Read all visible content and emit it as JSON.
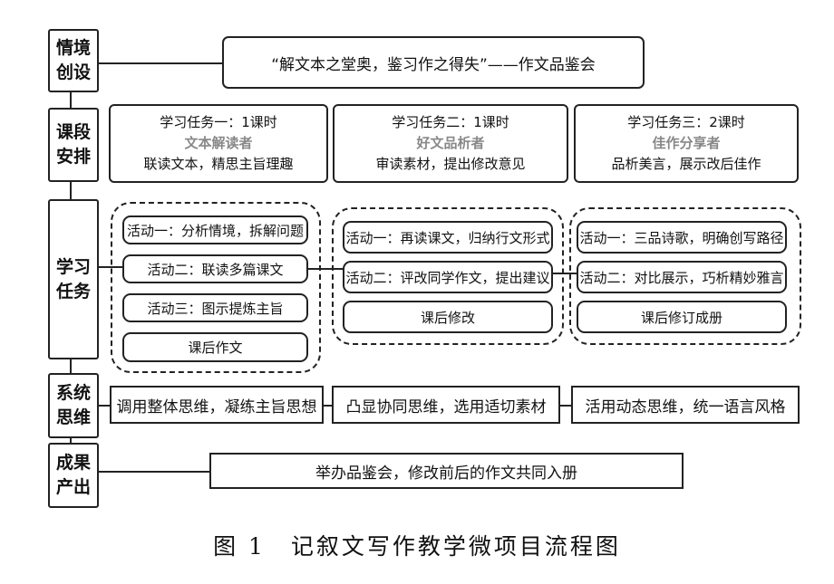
{
  "labels": {
    "scenario": [
      "情境",
      "创设"
    ],
    "schedule": [
      "课段",
      "安排"
    ],
    "tasks": [
      "学习",
      "任务"
    ],
    "thinking": [
      "系统",
      "思维"
    ],
    "outcome": [
      "成果",
      "产出"
    ]
  },
  "theme": "“解文本之堂奥，鉴习作之得失”——作文品鉴会",
  "task_cards": [
    {
      "title": "学习任务一：1课时",
      "role": "文本解读者",
      "desc": "联读文本，精思主旨理趣"
    },
    {
      "title": "学习任务二：1课时",
      "role": "好文品析者",
      "desc": "审读素材，提出修改意见"
    },
    {
      "title": "学习任务三：2课时",
      "role": "佳作分享者",
      "desc": "品析美言，展示改后佳作"
    }
  ],
  "activities": {
    "group1": [
      "活动一：分析情境，拆解问题",
      "活动二：联读多篇课文",
      "活动三：图示提炼主旨",
      "课后作文"
    ],
    "group2": [
      "活动一：再读课文，归纳行文形式",
      "活动二：评改同学作文，提出建议",
      "课后修改"
    ],
    "group3": [
      "活动一：三品诗歌，明确创写路径",
      "活动二：对比展示，巧析精妙雅言",
      "课后修订成册"
    ]
  },
  "thinking": [
    "调用整体思维，凝练主旨思想",
    "凸显协同思维，选用适切素材",
    "活用动态思维，统一语言风格"
  ],
  "outcome": "举办品鉴会，修改前后的作文共同入册",
  "caption": "图 1　记叙文写作教学微项目流程图"
}
